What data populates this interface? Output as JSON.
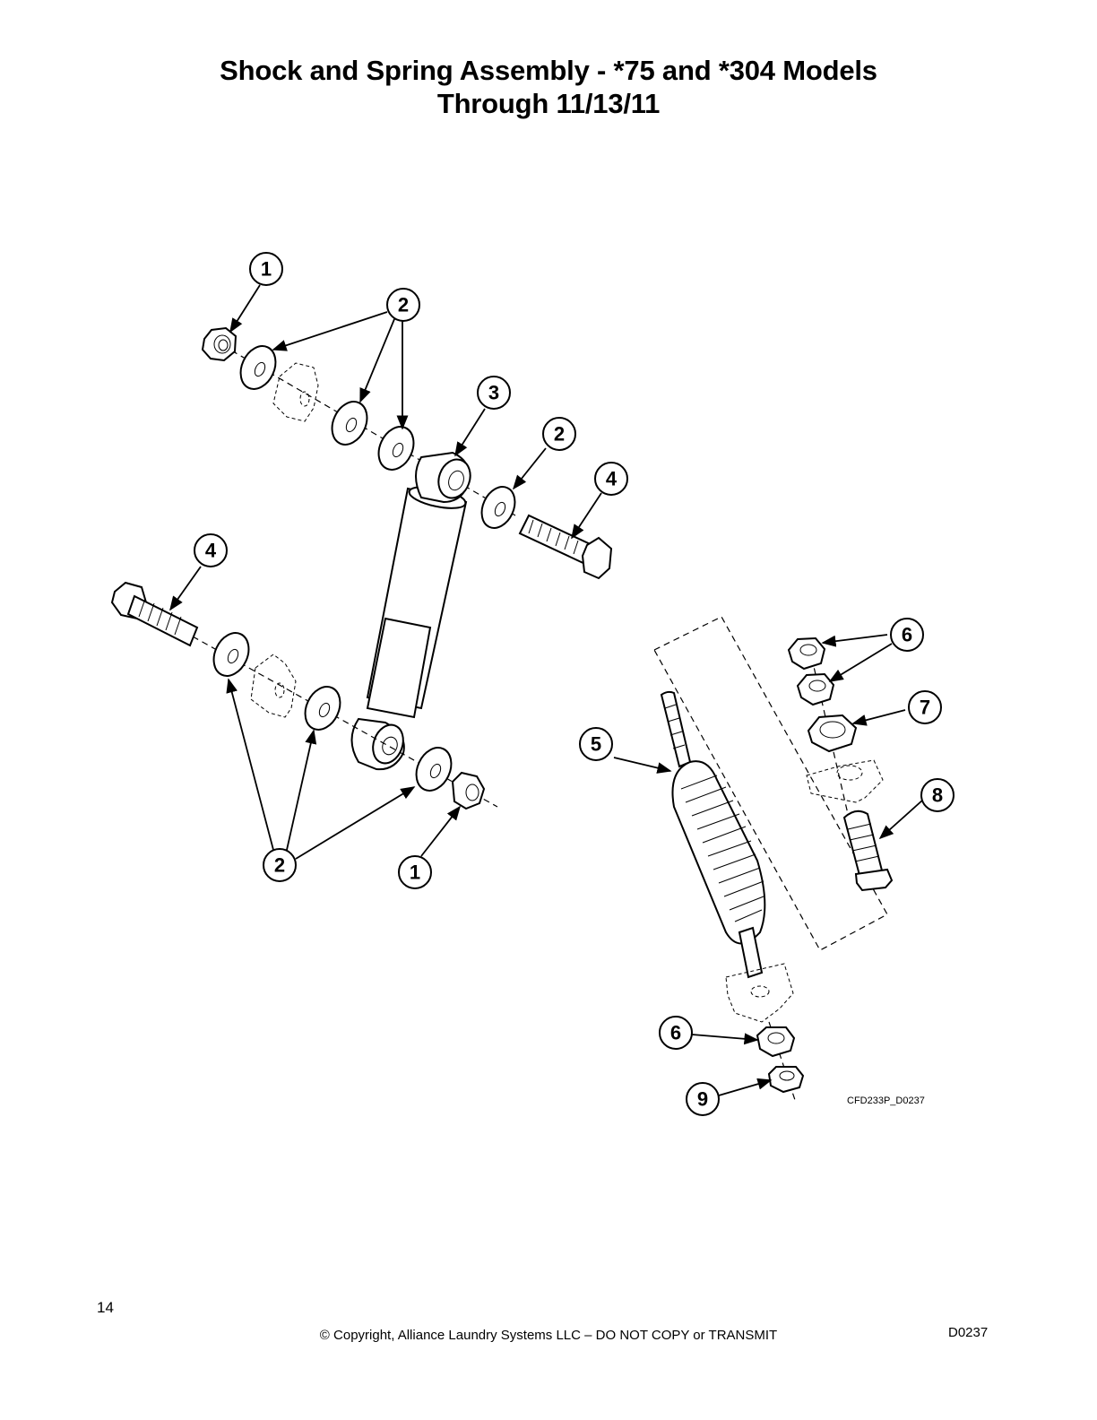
{
  "header": {
    "title_line1": "Shock and Spring Assembly - *75 and *304 Models",
    "title_line2": "Through 11/13/11"
  },
  "diagram": {
    "drawing_code": "CFD233P_D0237",
    "callouts": [
      {
        "id": "c1-top",
        "label": "1",
        "part": "lock-nut"
      },
      {
        "id": "c2-top",
        "label": "2",
        "part": "washer"
      },
      {
        "id": "c3",
        "label": "3",
        "part": "shock-absorber"
      },
      {
        "id": "c2-right",
        "label": "2",
        "part": "washer"
      },
      {
        "id": "c4-right",
        "label": "4",
        "part": "hex-bolt"
      },
      {
        "id": "c4-left",
        "label": "4",
        "part": "hex-bolt"
      },
      {
        "id": "c2-bottom",
        "label": "2",
        "part": "washer"
      },
      {
        "id": "c1-bottom",
        "label": "1",
        "part": "lock-nut"
      },
      {
        "id": "c5",
        "label": "5",
        "part": "spring"
      },
      {
        "id": "c6-top",
        "label": "6",
        "part": "hex-nut"
      },
      {
        "id": "c7",
        "label": "7",
        "part": "jam-nut"
      },
      {
        "id": "c8",
        "label": "8",
        "part": "adjusting-bolt"
      },
      {
        "id": "c6-bottom",
        "label": "6",
        "part": "hex-nut"
      },
      {
        "id": "c9",
        "label": "9",
        "part": "hex-nut"
      }
    ]
  },
  "footer": {
    "page_number": "14",
    "copyright": "© Copyright, Alliance Laundry Systems LLC – DO NOT COPY or TRANSMIT",
    "document_code": "D0237"
  }
}
